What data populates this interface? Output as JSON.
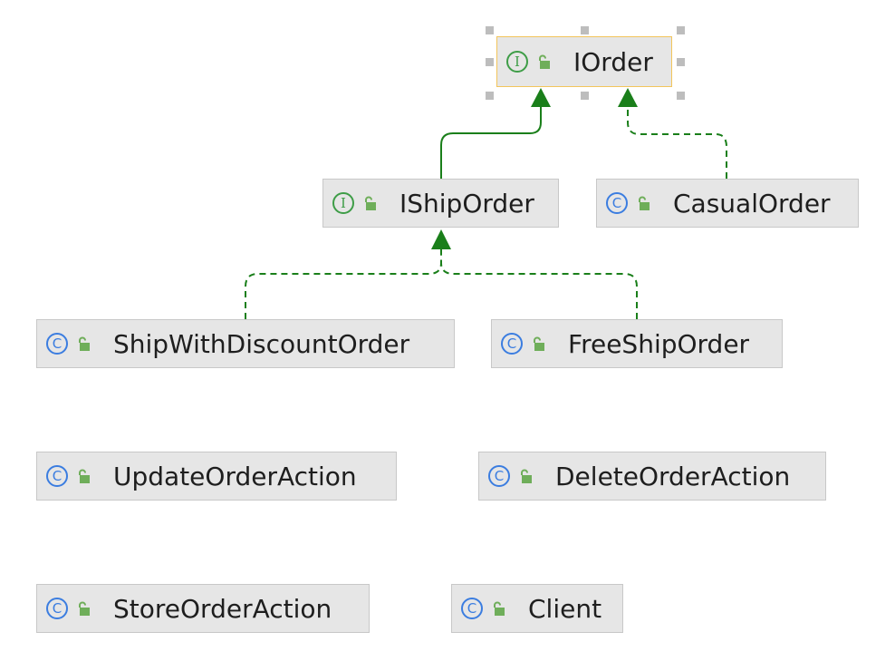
{
  "diagram": {
    "nodes": [
      {
        "id": "iorder",
        "label": "IOrder",
        "kind": "interface",
        "kind_glyph": "I",
        "selected": true
      },
      {
        "id": "ishiporder",
        "label": "IShipOrder",
        "kind": "interface",
        "kind_glyph": "I"
      },
      {
        "id": "casualorder",
        "label": "CasualOrder",
        "kind": "class",
        "kind_glyph": "C"
      },
      {
        "id": "shipwithdiscountorder",
        "label": "ShipWithDiscountOrder",
        "kind": "class",
        "kind_glyph": "C"
      },
      {
        "id": "freeshiporder",
        "label": "FreeShipOrder",
        "kind": "class",
        "kind_glyph": "C"
      },
      {
        "id": "updateorderaction",
        "label": "UpdateOrderAction",
        "kind": "class",
        "kind_glyph": "C"
      },
      {
        "id": "deleteorderaction",
        "label": "DeleteOrderAction",
        "kind": "class",
        "kind_glyph": "C"
      },
      {
        "id": "storeorderaction",
        "label": "StoreOrderAction",
        "kind": "class",
        "kind_glyph": "C"
      },
      {
        "id": "client",
        "label": "Client",
        "kind": "class",
        "kind_glyph": "C"
      }
    ],
    "edges": [
      {
        "from": "ishiporder",
        "to": "iorder",
        "type": "extends",
        "style": "solid"
      },
      {
        "from": "casualorder",
        "to": "iorder",
        "type": "implements",
        "style": "dashed"
      },
      {
        "from": "shipwithdiscountorder",
        "to": "ishiporder",
        "type": "implements",
        "style": "dashed"
      },
      {
        "from": "freeshiporder",
        "to": "ishiporder",
        "type": "implements",
        "style": "dashed"
      }
    ],
    "colors": {
      "edge": "#1a7f1a",
      "interface_icon": "#3e9d47",
      "class_icon": "#3b7de0",
      "lock_icon": "#6fae5a",
      "node_fill": "#e6e6e6",
      "selection_border": "#f2c55c"
    }
  }
}
